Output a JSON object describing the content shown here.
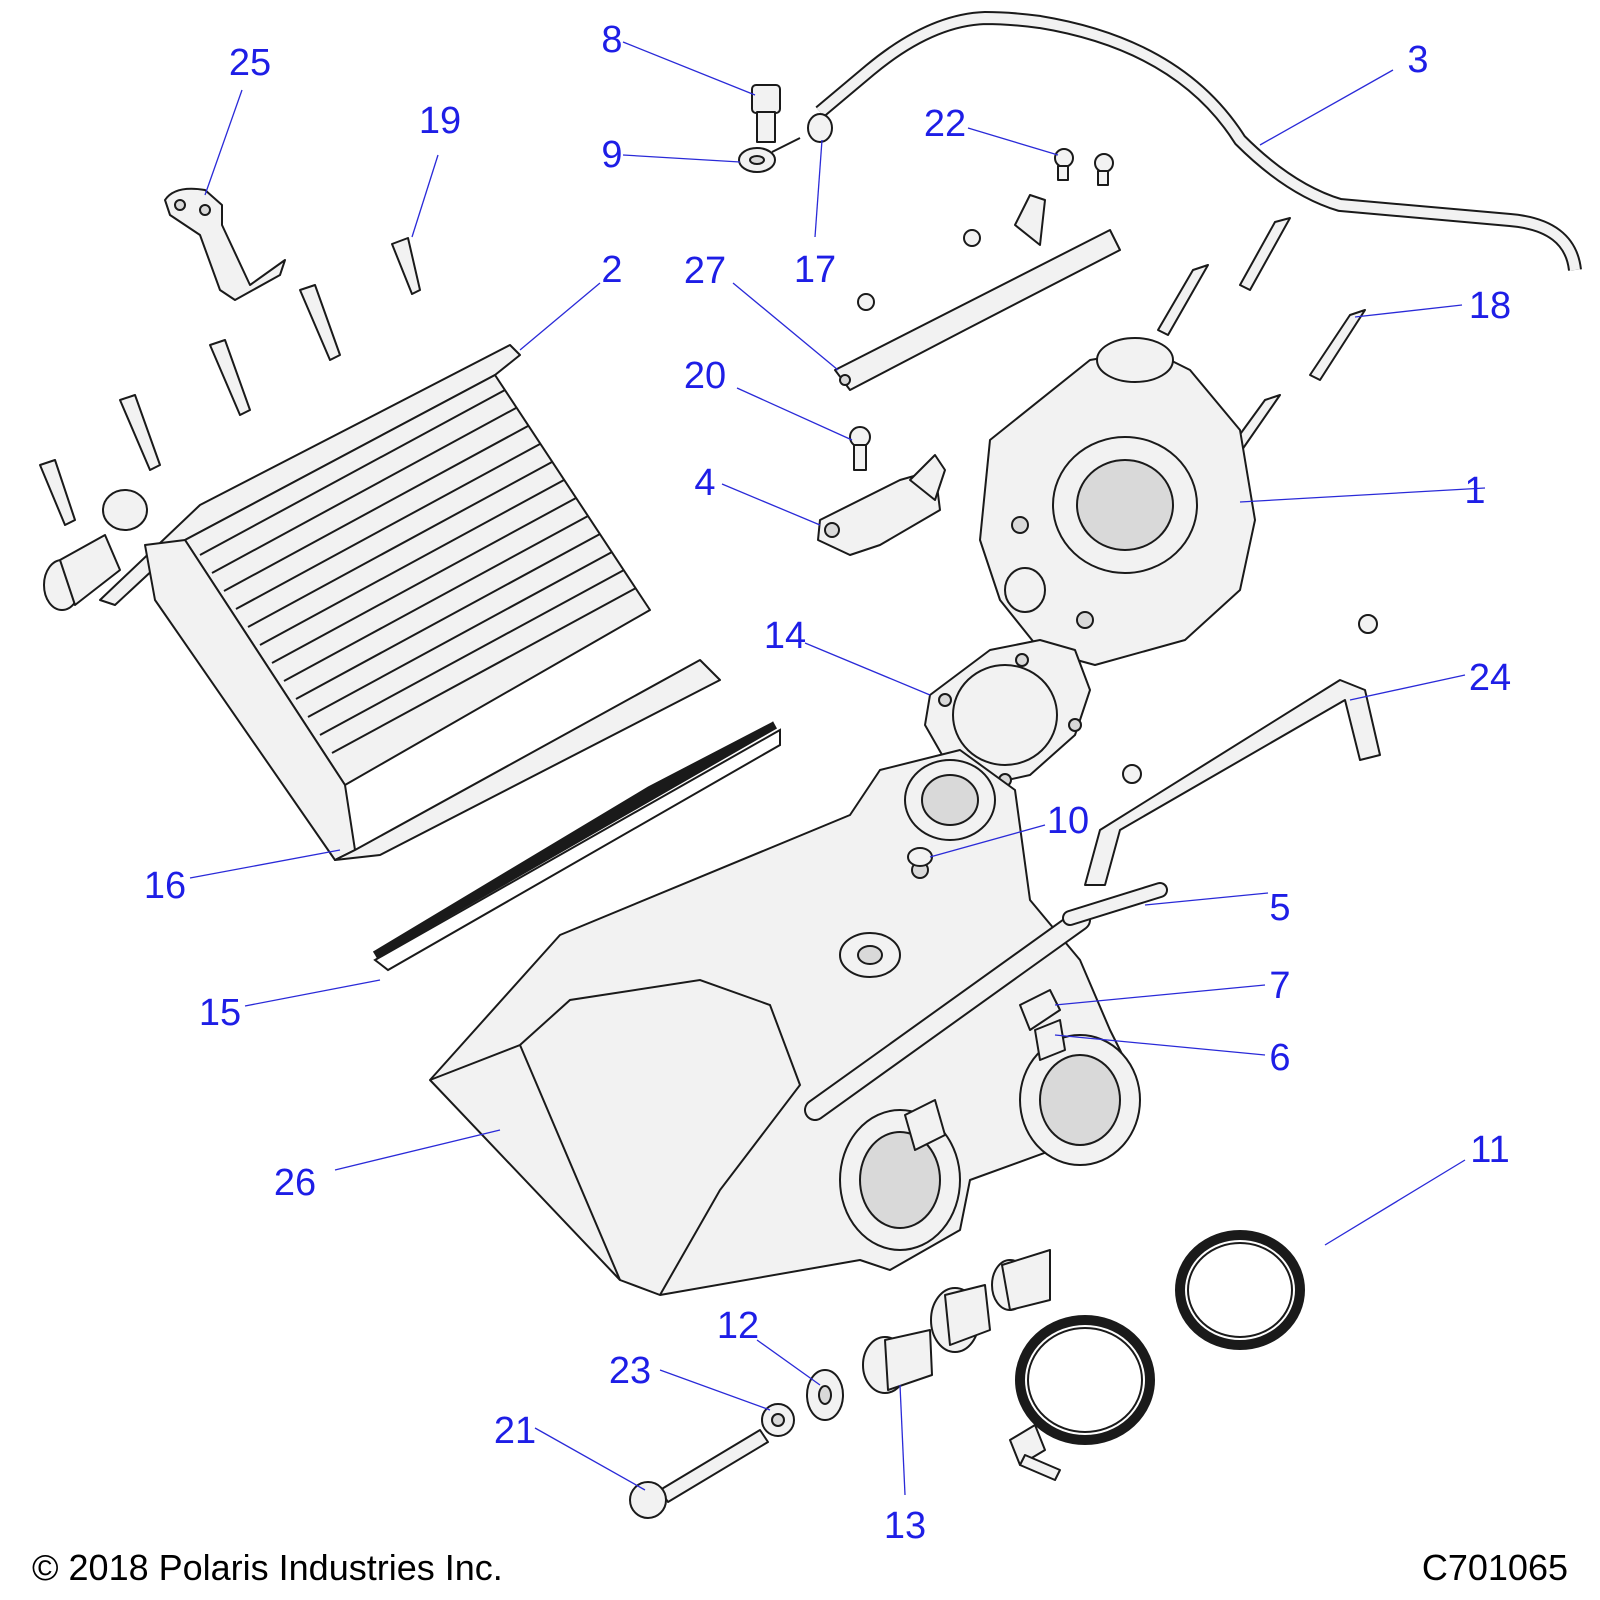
{
  "callouts": [
    {
      "id": "1",
      "label": "1"
    },
    {
      "id": "2",
      "label": "2"
    },
    {
      "id": "3",
      "label": "3"
    },
    {
      "id": "4",
      "label": "4"
    },
    {
      "id": "5",
      "label": "5"
    },
    {
      "id": "6",
      "label": "6"
    },
    {
      "id": "7",
      "label": "7"
    },
    {
      "id": "8",
      "label": "8"
    },
    {
      "id": "9",
      "label": "9"
    },
    {
      "id": "10",
      "label": "10"
    },
    {
      "id": "11",
      "label": "11"
    },
    {
      "id": "12",
      "label": "12"
    },
    {
      "id": "13",
      "label": "13"
    },
    {
      "id": "14",
      "label": "14"
    },
    {
      "id": "15",
      "label": "15"
    },
    {
      "id": "16",
      "label": "16"
    },
    {
      "id": "17",
      "label": "17"
    },
    {
      "id": "18",
      "label": "18"
    },
    {
      "id": "19",
      "label": "19"
    },
    {
      "id": "20",
      "label": "20"
    },
    {
      "id": "21",
      "label": "21"
    },
    {
      "id": "22",
      "label": "22"
    },
    {
      "id": "23",
      "label": "23"
    },
    {
      "id": "24",
      "label": "24"
    },
    {
      "id": "25",
      "label": "25"
    },
    {
      "id": "26",
      "label": "26"
    },
    {
      "id": "27",
      "label": "27"
    }
  ],
  "footer": {
    "copyright": "© 2018 Polaris Industries Inc.",
    "drawing_id": "C701065"
  },
  "colors": {
    "callout": "#1e1ee6",
    "leader": "#2a2ad8",
    "part_fill": "#f2f2f2",
    "outline": "#1a1a1a"
  }
}
